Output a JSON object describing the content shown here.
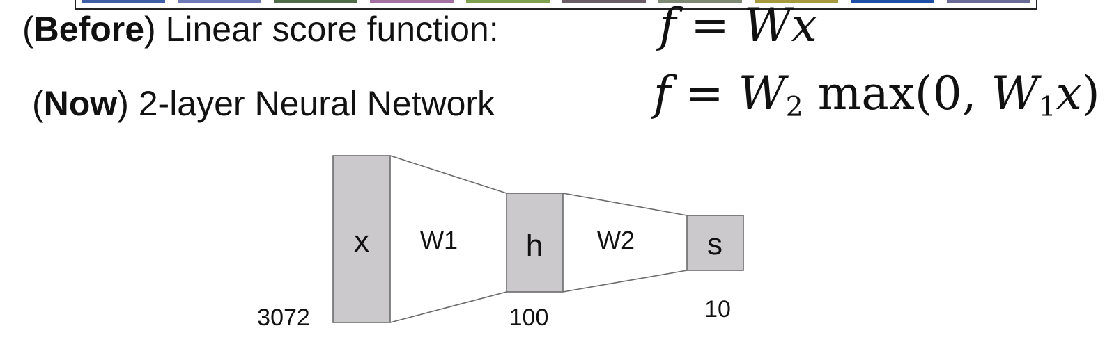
{
  "before": {
    "prefix": "(",
    "bold": "Before",
    "suffix": ") Linear score function:",
    "formula": {
      "lhs": "f",
      "eq": "=",
      "rhs_a": "W",
      "rhs_b": "x"
    }
  },
  "now": {
    "prefix": "(",
    "bold": "Now",
    "suffix": ") 2-layer Neural Network",
    "formula": {
      "lhs": "f",
      "eq": "=",
      "w2": "W",
      "w2_sub": "2",
      "max": " max(0, ",
      "w1": "W",
      "w1_sub": "1",
      "x": "x",
      "close": ")"
    }
  },
  "network": {
    "input": {
      "label": "x",
      "size": "3072"
    },
    "weights1": "W1",
    "hidden": {
      "label": "h",
      "size": "100"
    },
    "weights2": "W2",
    "output": {
      "label": "s",
      "size": "10"
    }
  },
  "thumbnail_colors": [
    "#3f5ea8",
    "#6f78b8",
    "#4f6b48",
    "#a46fa3",
    "#7fa04e",
    "#6b5d66",
    "#7e8a73",
    "#a79a3e",
    "#1d4fa6",
    "#6a6a96"
  ],
  "colors": {
    "box_fill": "#cbc9cc",
    "box_stroke": "#6a6a6a"
  }
}
